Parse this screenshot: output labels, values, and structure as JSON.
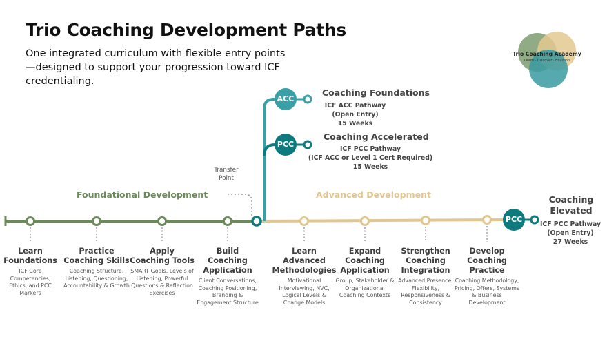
{
  "header": {
    "title": "Trio Coaching Development Paths",
    "subtitle": "One integrated curriculum with flexible entry points—designed to support your progression toward ICF credentialing."
  },
  "logo": {
    "name": "Trio Coaching Academy",
    "tagline": "Learn · Discover · Envision",
    "colors": [
      "#7e9c6e",
      "#e4c98f",
      "#3a9aa2"
    ]
  },
  "sections": {
    "foundational": "Foundational Development",
    "advanced": "Advanced Development"
  },
  "transfer_point": [
    "Transfer",
    "Point"
  ],
  "paths": [
    {
      "badge": "ACC",
      "title": "Coaching Foundations",
      "details": [
        "ICF ACC Pathway",
        "(Open Entry)",
        "15 Weeks"
      ]
    },
    {
      "badge": "PCC",
      "title": "Coaching Accelerated",
      "details": [
        "ICF PCC Pathway",
        "(ICF ACC or Level 1 Cert Required)",
        "15 Weeks"
      ]
    },
    {
      "badge": "PCC",
      "title": [
        "Coaching",
        "Elevated"
      ],
      "details": [
        "ICF PCC Pathway",
        "(Open Entry)",
        "27 Weeks"
      ]
    }
  ],
  "stages": [
    {
      "title": "Learn Foundations",
      "desc": "ICF Core Competencies, Ethics, and PCC Markers"
    },
    {
      "title": "Practice Coaching Skills",
      "desc": "Coaching Structure, Listening, Questioning, Accountability & Growth"
    },
    {
      "title": "Apply Coaching Tools",
      "desc": "SMART Goals, Levels of Listening, Powerful Questions & Reflection Exercises"
    },
    {
      "title": "Build Coaching Application",
      "desc": "Client Conversations, Coaching Positioning, Branding & Engagement Structure"
    },
    {
      "title": "Learn Advanced Methodologies",
      "desc": "Motivational Interviewing, NVC, Logical Levels & Change Models"
    },
    {
      "title": "Expand Coaching Application",
      "desc": "Group, Stakeholder & Organizational Coaching Contexts"
    },
    {
      "title": "Strengthen Coaching Integration",
      "desc": "Advanced Presence, Flexibility, Responsiveness & Consistency"
    },
    {
      "title": "Develop Coaching Practice",
      "desc": "Coaching Methodology, Pricing, Offers, Systems & Business Development"
    }
  ],
  "colors": {
    "green": "#6b8a5a",
    "gold": "#e2c68f",
    "teal": "#0f7a7d",
    "teal_light": "#3aa0a8"
  }
}
